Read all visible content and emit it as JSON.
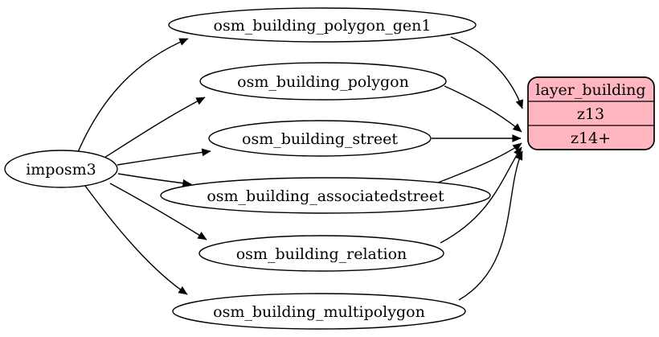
{
  "diagram": {
    "background_color": "#ffffff",
    "edge_color": "#000000",
    "source_node": {
      "label": "imposm3"
    },
    "tables": [
      {
        "label": "osm_building_polygon_gen1"
      },
      {
        "label": "osm_building_polygon"
      },
      {
        "label": "osm_building_street"
      },
      {
        "label": "osm_building_associatedstreet"
      },
      {
        "label": "osm_building_relation"
      },
      {
        "label": "osm_building_multipolygon"
      }
    ],
    "layer_node": {
      "title": "layer_building",
      "zoom_rows": [
        "z13",
        "z14+"
      ],
      "fill_color": "#ffb6c1",
      "border_color": "#000000"
    },
    "edges": [
      {
        "from": "imposm3",
        "to": "osm_building_polygon_gen1"
      },
      {
        "from": "imposm3",
        "to": "osm_building_polygon"
      },
      {
        "from": "imposm3",
        "to": "osm_building_street"
      },
      {
        "from": "imposm3",
        "to": "osm_building_associatedstreet"
      },
      {
        "from": "imposm3",
        "to": "osm_building_relation"
      },
      {
        "from": "imposm3",
        "to": "osm_building_multipolygon"
      },
      {
        "from": "osm_building_polygon_gen1",
        "to": "layer_building:z13"
      },
      {
        "from": "osm_building_polygon",
        "to": "layer_building:z14+"
      },
      {
        "from": "osm_building_street",
        "to": "layer_building:z14+"
      },
      {
        "from": "osm_building_associatedstreet",
        "to": "layer_building:z14+"
      },
      {
        "from": "osm_building_relation",
        "to": "layer_building:z14+"
      },
      {
        "from": "osm_building_multipolygon",
        "to": "layer_building:z14+"
      }
    ]
  }
}
